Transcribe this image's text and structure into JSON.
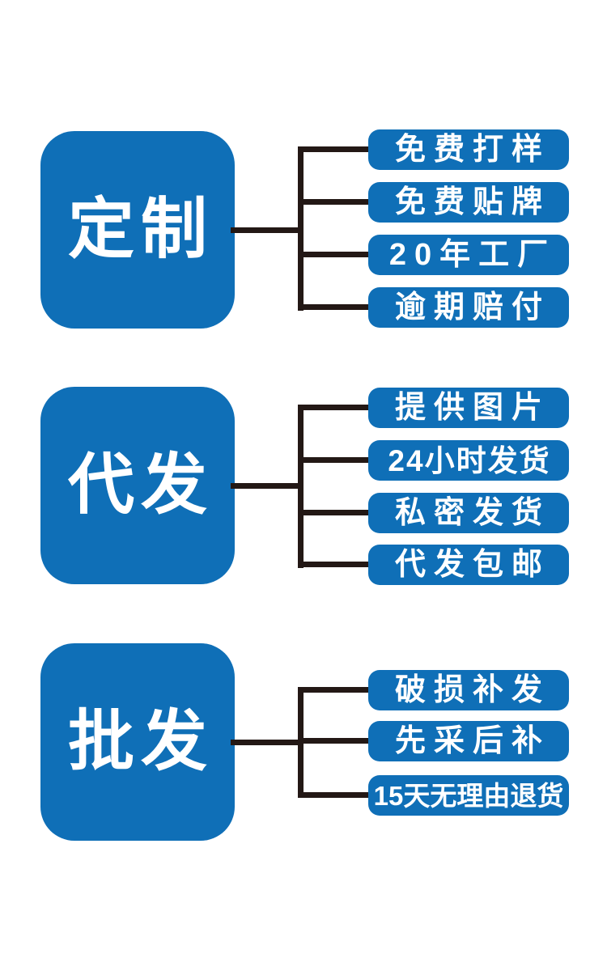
{
  "diagram": {
    "colors": {
      "accent": "#0f6fb7",
      "line": "#231815",
      "text": "#ffffff",
      "background": "#ffffff"
    },
    "groups": [
      {
        "label": "定制",
        "items": [
          "免费打样",
          "免费贴牌",
          "20年工厂",
          "逾期赔付"
        ]
      },
      {
        "label": "代发",
        "items": [
          "提供图片",
          "24小时发货",
          "私密发货",
          "代发包邮"
        ]
      },
      {
        "label": "批发",
        "items": [
          "破损补发",
          "先采后补",
          "15天无理由退货"
        ]
      }
    ]
  }
}
